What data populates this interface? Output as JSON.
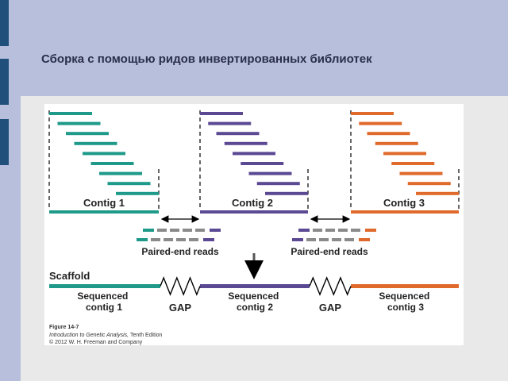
{
  "slide": {
    "title": "Сборка с помощью ридов инвертированных библиотек"
  },
  "colors": {
    "contig1": "#1f9a8a",
    "contig2": "#5b4a93",
    "contig3": "#e06a2c",
    "gap_read": "#8a8a8a",
    "sidebar": "#1f4f7a",
    "background": "#b8bfdc"
  },
  "figure": {
    "contigs": [
      {
        "label": "Contig 1"
      },
      {
        "label": "Contig 2"
      },
      {
        "label": "Contig 3"
      }
    ],
    "paired_label_left": "Paired-end reads",
    "paired_label_right": "Paired-end reads",
    "scaffold_label": "Scaffold",
    "seq1_line1": "Sequenced",
    "seq1_line2": "contig 1",
    "seq2_line1": "Sequenced",
    "seq2_line2": "contig 2",
    "seq3_line1": "Sequenced",
    "seq3_line2": "contig 3",
    "gap1": "GAP",
    "gap2": "GAP",
    "caption_fig": "Figure 14-7",
    "caption_book": "Introduction to Genetic Analysis,",
    "caption_edition": " Tenth Edition",
    "caption_copyright": "© 2012 W. H. Freeman and Company"
  }
}
